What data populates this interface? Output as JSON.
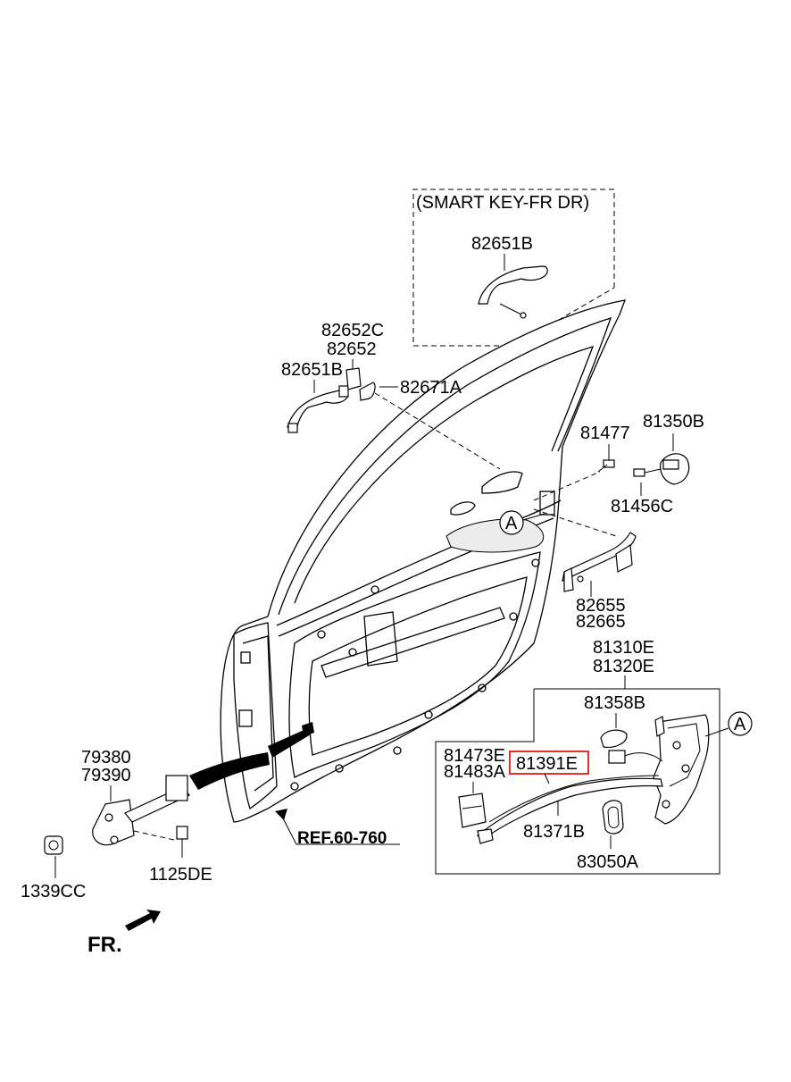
{
  "smart_key_label": "(SMART KEY-FR DR)",
  "parts": {
    "p82651B_smart": "82651B",
    "p82652C": "82652C",
    "p82652": "82652",
    "p82651B": "82651B",
    "p82671A": "82671A",
    "p81477": "81477",
    "p81350B": "81350B",
    "p81456C": "81456C",
    "p82655": "82655",
    "p82665": "82665",
    "p81310E": "81310E",
    "p81320E": "81320E",
    "p81358B": "81358B",
    "p81473E": "81473E",
    "p81483A": "81483A",
    "p81391E": "81391E",
    "p81371B": "81371B",
    "p83050A": "83050A",
    "p79380": "79380",
    "p79390": "79390",
    "p1339CC": "1339CC",
    "p1125DE": "1125DE"
  },
  "callout_A": "A",
  "ref_label": "REF.60-760",
  "fr_label": "FR.",
  "highlight_color": "#e8302a"
}
